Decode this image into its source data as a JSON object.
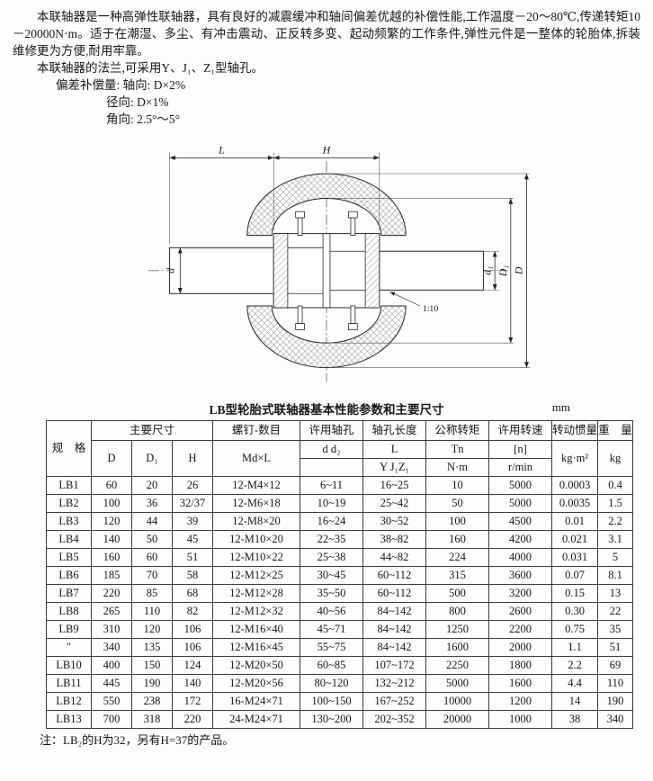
{
  "document": {
    "intro_p1": "本联轴器是一种高弹性联轴器，具有良好的减震缓冲和轴间偏差优越的补偿性能,工作温度－20～80℃,传递转矩10－20000N·m。适于在潮湿、多尘、有冲击震动、正反转多变、起动频繁的工作条件,弹性元件是一整体的轮胎体,拆装维修更为方便,耐用牢靠。",
    "intro_p2": "本联轴器的法兰,可采用Y、J₁、Z₁型轴孔。",
    "compensation_line1": "偏差补偿量: 轴向: D×2%",
    "compensation_line2": "径向: D×1%",
    "compensation_line3": "角向: 2.5°～5°",
    "footnote": "注：LB₂的H为32，另有H=37的产品。"
  },
  "diagram": {
    "dim_L": "L",
    "dim_H": "H",
    "dim_d": "d",
    "dim_d1": "d₁",
    "dim_D1": "D₁",
    "dim_D": "D",
    "taper_label": "1:10"
  },
  "table": {
    "title": "LB型轮胎式联轴器基本性能参数和主要尺寸",
    "unit": "mm",
    "header": {
      "spec": "规　格",
      "main_dims": "主要尺寸",
      "col_D": "D",
      "col_D1": "D₁",
      "col_H": "H",
      "screw_group": "螺钉-数目",
      "screw_sub": "Md×L",
      "bore_group": "许用轴孔",
      "bore_sub": "d d₂",
      "length_group": "轴孔长度",
      "length_sub1": "L",
      "length_sub2": "Y J₁Z₁",
      "torque_group": "公称转矩",
      "torque_sub1": "Tn",
      "torque_sub2": "N·m",
      "speed_group": "许用转速",
      "speed_sub1": "[n]",
      "speed_sub2": "r/min",
      "inertia_group": "转动惯量",
      "inertia_sub": "kg·m²",
      "weight_group": "重　量",
      "weight_sub": "kg"
    },
    "rows": [
      [
        "LB1",
        "60",
        "20",
        "26",
        "12-M4×12",
        "6~11",
        "16~25",
        "10",
        "5000",
        "0.0003",
        "0.4"
      ],
      [
        "LB2",
        "100",
        "36",
        "32/37",
        "12-M6×18",
        "10~19",
        "25~42",
        "50",
        "5000",
        "0.0035",
        "1.5"
      ],
      [
        "LB3",
        "120",
        "44",
        "39",
        "12-M8×20",
        "16~24",
        "30~52",
        "100",
        "4500",
        "0.01",
        "2.2"
      ],
      [
        "LB4",
        "140",
        "50",
        "45",
        "12-M10×20",
        "22~35",
        "38~82",
        "160",
        "4200",
        "0.021",
        "3.1"
      ],
      [
        "LB5",
        "160",
        "60",
        "51",
        "12-M10×22",
        "25~38",
        "44~82",
        "224",
        "4000",
        "0.031",
        "5"
      ],
      [
        "LB6",
        "185",
        "70",
        "58",
        "12-M12×25",
        "30~45",
        "60~112",
        "315",
        "3600",
        "0.07",
        "8.1"
      ],
      [
        "LB7",
        "220",
        "85",
        "68",
        "12-M12×28",
        "35~50",
        "60~112",
        "500",
        "3200",
        "0.15",
        "13"
      ],
      [
        "LB8",
        "265",
        "110",
        "82",
        "12-M12×32",
        "40~56",
        "84~142",
        "800",
        "2600",
        "0.30",
        "22"
      ],
      [
        "LB9",
        "310",
        "120",
        "106",
        "12-M16×40",
        "45~71",
        "84~142",
        "1250",
        "2200",
        "0.75",
        "35"
      ],
      [
        "″",
        "340",
        "135",
        "106",
        "12-M16×45",
        "55~75",
        "84~142",
        "1600",
        "2000",
        "1.1",
        "51"
      ],
      [
        "LB10",
        "400",
        "150",
        "124",
        "12-M20×50",
        "60~85",
        "107~172",
        "2250",
        "1800",
        "2.2",
        "69"
      ],
      [
        "LB11",
        "445",
        "190",
        "140",
        "12-M20×56",
        "80~120",
        "132~212",
        "5000",
        "1600",
        "4.4",
        "110"
      ],
      [
        "LB12",
        "550",
        "238",
        "172",
        "16-M24×71",
        "100~150",
        "167~252",
        "10000",
        "1200",
        "14",
        "190"
      ],
      [
        "LB13",
        "700",
        "318",
        "220",
        "24-M24×71",
        "130~200",
        "202~352",
        "20000",
        "1000",
        "38",
        "340"
      ]
    ]
  }
}
